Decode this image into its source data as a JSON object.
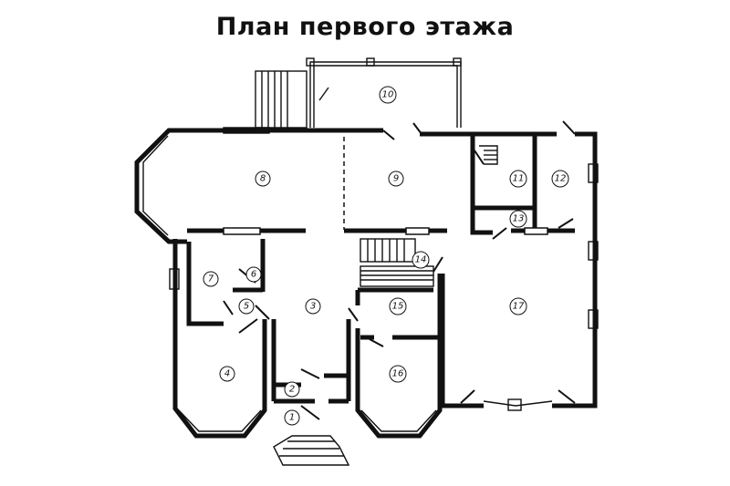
{
  "title": "План первого этажа",
  "rooms": [
    {
      "n": "1"
    },
    {
      "n": "2"
    },
    {
      "n": "3"
    },
    {
      "n": "4"
    },
    {
      "n": "5"
    },
    {
      "n": "6"
    },
    {
      "n": "7"
    },
    {
      "n": "8"
    },
    {
      "n": "9"
    },
    {
      "n": "10"
    },
    {
      "n": "11"
    },
    {
      "n": "12"
    },
    {
      "n": "13"
    },
    {
      "n": "14"
    },
    {
      "n": "15"
    },
    {
      "n": "16"
    },
    {
      "n": "17"
    }
  ]
}
